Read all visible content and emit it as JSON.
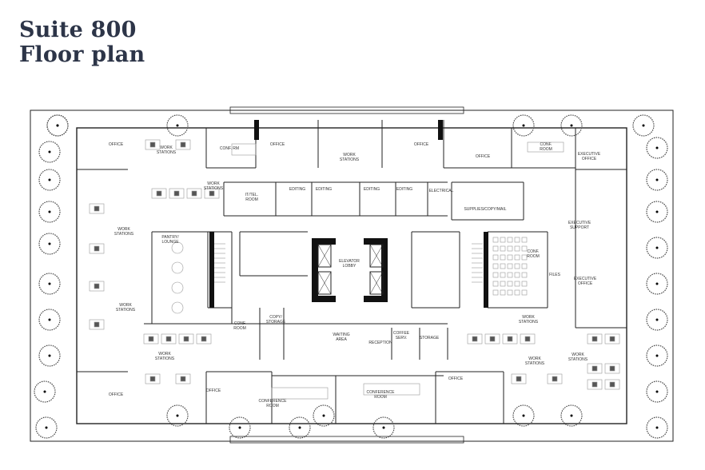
{
  "title": {
    "line1": "Suite 800",
    "line2": "Floor plan"
  },
  "colors": {
    "title": "#2d3548",
    "walls": "#222222",
    "furniture": "#888888"
  },
  "rooms": [
    "OFFICE",
    "WORK STATIONS",
    "CONF. RM",
    "OFFICE",
    "WORK STATIONS",
    "OFFICE",
    "OFFICE",
    "CONF. ROOM",
    "EXECUTIVE OFFICE",
    "WORK STATIONS",
    "IT/TEL. ROOM",
    "EDITING",
    "EDITING",
    "EDITING",
    "EDITING",
    "ELECTRICAL",
    "SUPPLIES/COPY/MAIL",
    "EXECUTIVE SUPPORT",
    "WORK STATIONS",
    "PANTRY/ LOUNGE",
    "ELEVATOR LOBBY",
    "CONF. ROOM",
    "FILES",
    "EXECUTIVE OFFICE",
    "WORK STATIONS",
    "CONF ROOM",
    "COPY/ STORAGE",
    "WORK STATIONS",
    "WAITING AREA",
    "RECEPTION",
    "COFFEE SERV.",
    "STORAGE",
    "WORK STATIONS",
    "WORK STATIONS",
    "WORK STATIONS",
    "OFFICE",
    "OFFICE",
    "OFFICE",
    "CONFERENCE ROOM",
    "CONFERENCE ROOM"
  ]
}
